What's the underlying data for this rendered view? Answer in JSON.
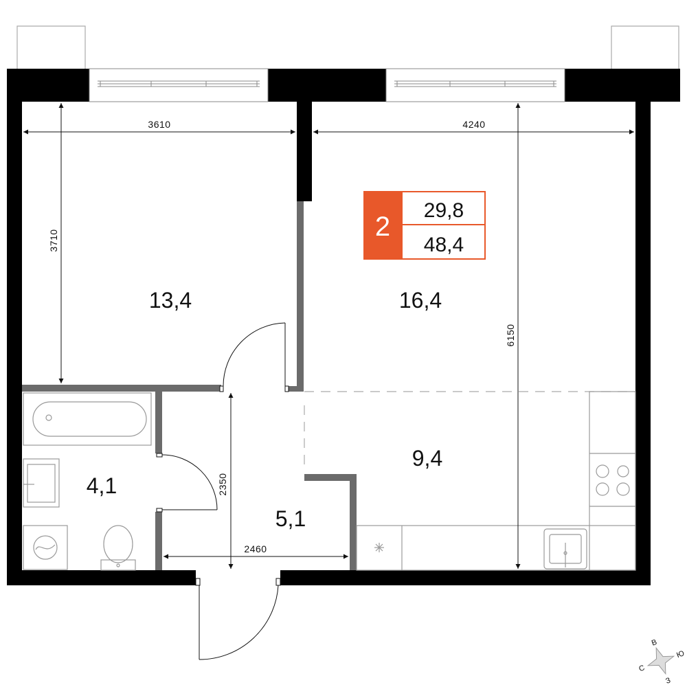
{
  "badge": {
    "rooms": "2",
    "living_area": "29,8",
    "total_area": "48,4",
    "accent_color": "#e8582a"
  },
  "rooms": {
    "bedroom_area": "13,4",
    "living_area": "16,4",
    "kitchen_area": "9,4",
    "bathroom_area": "4,1",
    "hall_area": "5,1"
  },
  "dimensions": {
    "bedroom_width": "3610",
    "bedroom_depth": "3710",
    "living_width": "4240",
    "living_depth": "6150",
    "hall_depth": "2350",
    "hall_width": "2460"
  },
  "compass": {
    "north": "С",
    "east": "В",
    "south": "Ю",
    "west": "З"
  },
  "colors": {
    "wall": "#000000",
    "partition": "#6b6b6b",
    "fixture": "#999999"
  }
}
